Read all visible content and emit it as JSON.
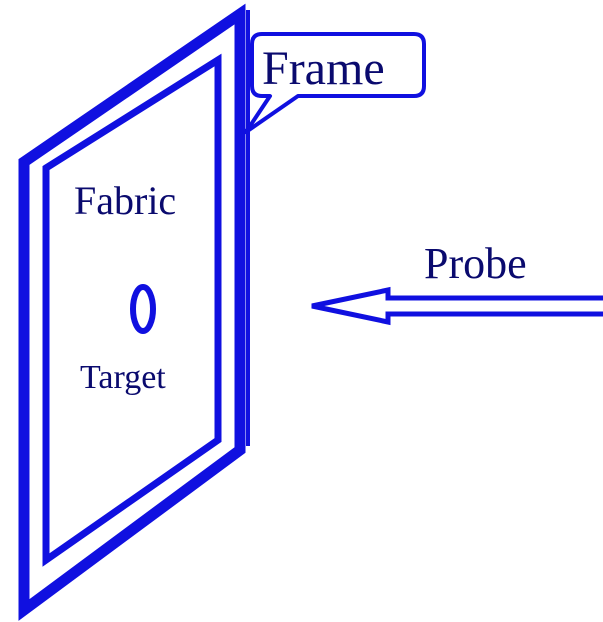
{
  "labels": {
    "frame": "Frame",
    "fabric": "Fabric",
    "target": "Target",
    "probe": "Probe"
  },
  "colors": {
    "stroke": "#1010e0",
    "text": "#0a0a6e",
    "background": "#ffffff"
  }
}
